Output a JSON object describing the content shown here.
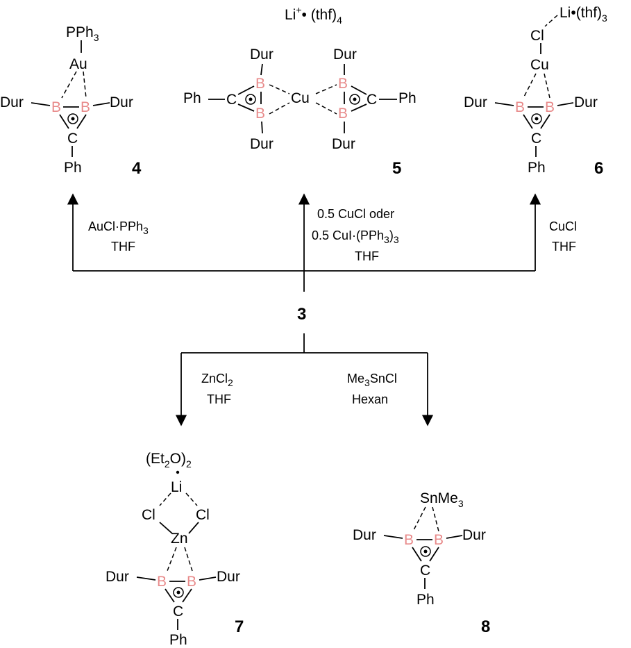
{
  "labels": {
    "dur": "Dur",
    "ph": "Ph",
    "b": "B",
    "c": "C",
    "au": "Au",
    "cu": "Cu",
    "zn": "Zn",
    "cl": "Cl",
    "li": "Li",
    "pph": "PPh",
    "three": "3",
    "snme": "SnMe",
    "li_thf3": "Li•(thf)",
    "li_plus": "Li",
    "plus": "+",
    "thf4": "• (thf)",
    "four": "4",
    "et2o_a": "(Et",
    "et2o_b": "O)",
    "two": "2"
  },
  "compounds": {
    "c3": "3",
    "c4": "4",
    "c5": "5",
    "c6": "6",
    "c7": "7",
    "c8": "8"
  },
  "conditions": {
    "to4": {
      "line1": "AuCl·PPh",
      "line1_sub": "3",
      "line2": "THF"
    },
    "to5": {
      "line1": "0.5 CuCl oder",
      "line2": "0.5 CuI·(PPh",
      "line2_sub": "3",
      "line2_end": ")",
      "line2_sub2": "3",
      "line3": "THF"
    },
    "to6": {
      "line1": "CuCl",
      "line2": "THF"
    },
    "to7": {
      "line1": "ZnCl",
      "line1_sub": "2",
      "line2": "THF"
    },
    "to8": {
      "line1": "Me",
      "line1_sub": "3",
      "line1_end": "SnCl",
      "line2": "Hexan"
    }
  },
  "colors": {
    "boron": "#e88a8a",
    "ink": "#000000"
  }
}
